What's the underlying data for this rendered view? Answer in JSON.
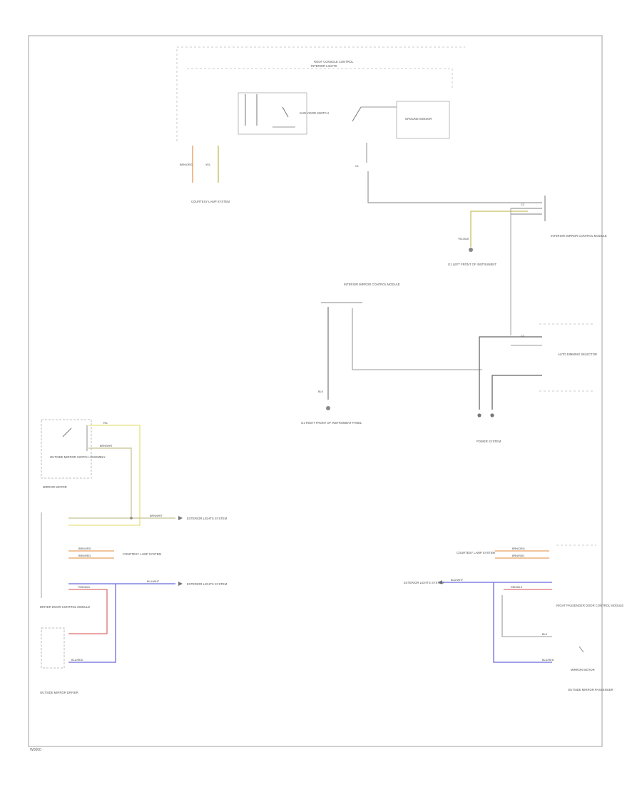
{
  "diagram": {
    "code": "W0000",
    "labels": {
      "roof_console": "ROOF CONSOLE CONTROL",
      "roof_sub": "INTERIOR LIGHTS",
      "sun_visor_switch": "SUN VISOR SWITCH",
      "ground_sensor": "GROUND SENSOR",
      "courtesy_lamp_roof": "COURTESY LAMP SYSTEM",
      "interior_mirror_module_top": "INTERIOR MIRROR CONTROL MODULE",
      "left_front_ground": "G1 LEFT FRONT OF INSTRUMENT",
      "interior_mirror_module_mid": "INTERIOR MIRROR CONTROL MODULE",
      "g1_right_front": "G1 RIGHT FRONT OF INSTRUMENT PANEL",
      "auto_dimming": "AUTO DIMMING SELECTOR",
      "power_system": "POWER SYSTEM",
      "outside_mirror_switch": "OUTSIDE MIRROR SWITCH ASSEMBLY",
      "mirror_motor": "MIRROR MOTOR",
      "exterior_lights_1": "EXTERIOR LIGHTS SYSTEM",
      "courtesy_lamp_left": "COURTESY LAMP SYSTEM",
      "exterior_lights_2": "EXTERIOR LIGHTS SYSTEM",
      "driver_door_module": "DRIVER DOOR CONTROL MODULE",
      "outside_mirror_driver": "OUTSIDE MIRROR DRIVER",
      "courtesy_lamp_right": "COURTESY LAMP SYSTEM",
      "exterior_lights_right": "EXTERIOR LIGHTS SYSTEM",
      "pass_door_module": "RIGHT PASSENGER DOOR CONTROL MODULE",
      "mirror_motor_right": "MIRROR MOTOR",
      "outside_mirror_pass": "OUTSIDE MIRROR PASSENGER"
    },
    "wire_labels": {
      "yel": "YEL",
      "brn_wht": "BRN/WHT",
      "yel_blk": "YEL/BLK",
      "brn_org": "BRN/ORG",
      "brn_red": "BRN/RED",
      "blu_wht": "BLU/WHT",
      "blk": "BLK",
      "red_blk": "RED/BLK",
      "blu_red": "BLU/RED",
      "c1": "C1",
      "c2": "C2",
      "c3": "C3"
    }
  }
}
